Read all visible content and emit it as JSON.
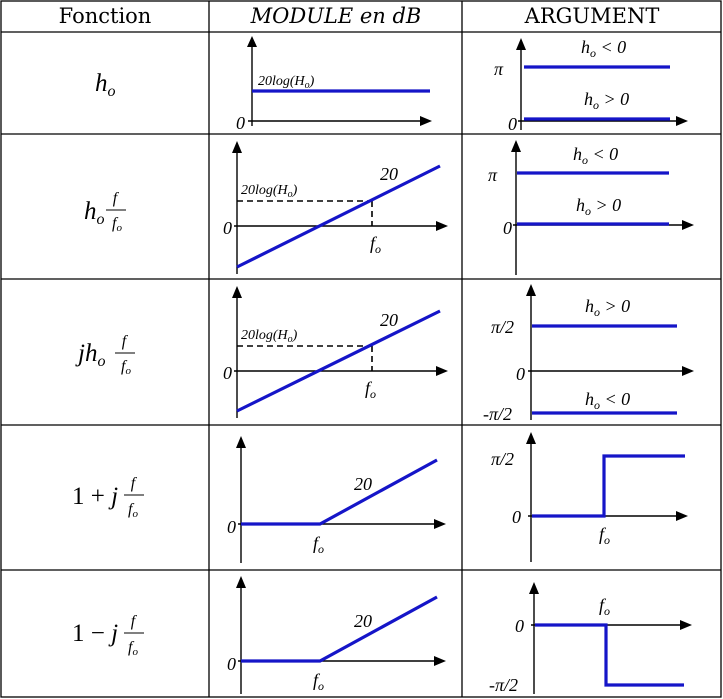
{
  "headers": {
    "function": "Fonction",
    "module": "MODULE en dB",
    "argument": "ARGUMENT"
  },
  "rows": [
    {
      "function": {
        "main": "h",
        "sub": "o",
        "frac": false,
        "prefix": ""
      },
      "module": {
        "zero": "0",
        "level": "20log(H",
        "level_sub": "o",
        "level_close": ")"
      },
      "argument": {
        "pi": "π",
        "zero": "0",
        "neg": "h",
        "neg_sub": "o",
        "neg_cond": " < 0",
        "pos": "h",
        "pos_sub": "o",
        "pos_cond": " > 0"
      }
    },
    {
      "function": {
        "main": "h",
        "sub": "o",
        "num": "f",
        "den": "f",
        "den_sub": "o",
        "prefix": ""
      },
      "module": {
        "zero": "0",
        "slope": "20",
        "level": "20log(H",
        "level_sub": "o",
        "level_close": ")",
        "fo": "f",
        "fo_sub": "o"
      },
      "argument": {
        "pi": "π",
        "zero": "0",
        "neg": "h",
        "neg_sub": "o",
        "neg_cond": " < 0",
        "pos": "h",
        "pos_sub": "o",
        "pos_cond": " > 0"
      }
    },
    {
      "function": {
        "prefix": "j",
        "main": "h",
        "sub": "o",
        "num": "f",
        "den": "f",
        "den_sub": "o"
      },
      "module": {
        "zero": "0",
        "slope": "20",
        "level": "20log(H",
        "level_sub": "o",
        "level_close": ")",
        "fo": "f",
        "fo_sub": "o"
      },
      "argument": {
        "top": "π/2",
        "zero": "0",
        "bottom": "-π/2",
        "pos": "h",
        "pos_sub": "o",
        "pos_cond": " > 0",
        "neg": "h",
        "neg_sub": "o",
        "neg_cond": " < 0"
      }
    },
    {
      "function": {
        "lead": "1 + ",
        "prefix": "j",
        "num": "f",
        "den": "f",
        "den_sub": "o"
      },
      "module": {
        "zero": "0",
        "slope": "20",
        "fo": "f",
        "fo_sub": "o"
      },
      "argument": {
        "top": "π/2",
        "zero": "0",
        "fo": "f",
        "fo_sub": "o"
      }
    },
    {
      "function": {
        "lead": "1 − ",
        "prefix": "j",
        "num": "f",
        "den": "f",
        "den_sub": "o"
      },
      "module": {
        "zero": "0",
        "slope": "20",
        "fo": "f",
        "fo_sub": "o"
      },
      "argument": {
        "zero": "0",
        "bottom": "-π/2",
        "fo": "f",
        "fo_sub": "o"
      }
    }
  ],
  "colors": {
    "curve": "#1515c8",
    "axes": "#000000"
  }
}
